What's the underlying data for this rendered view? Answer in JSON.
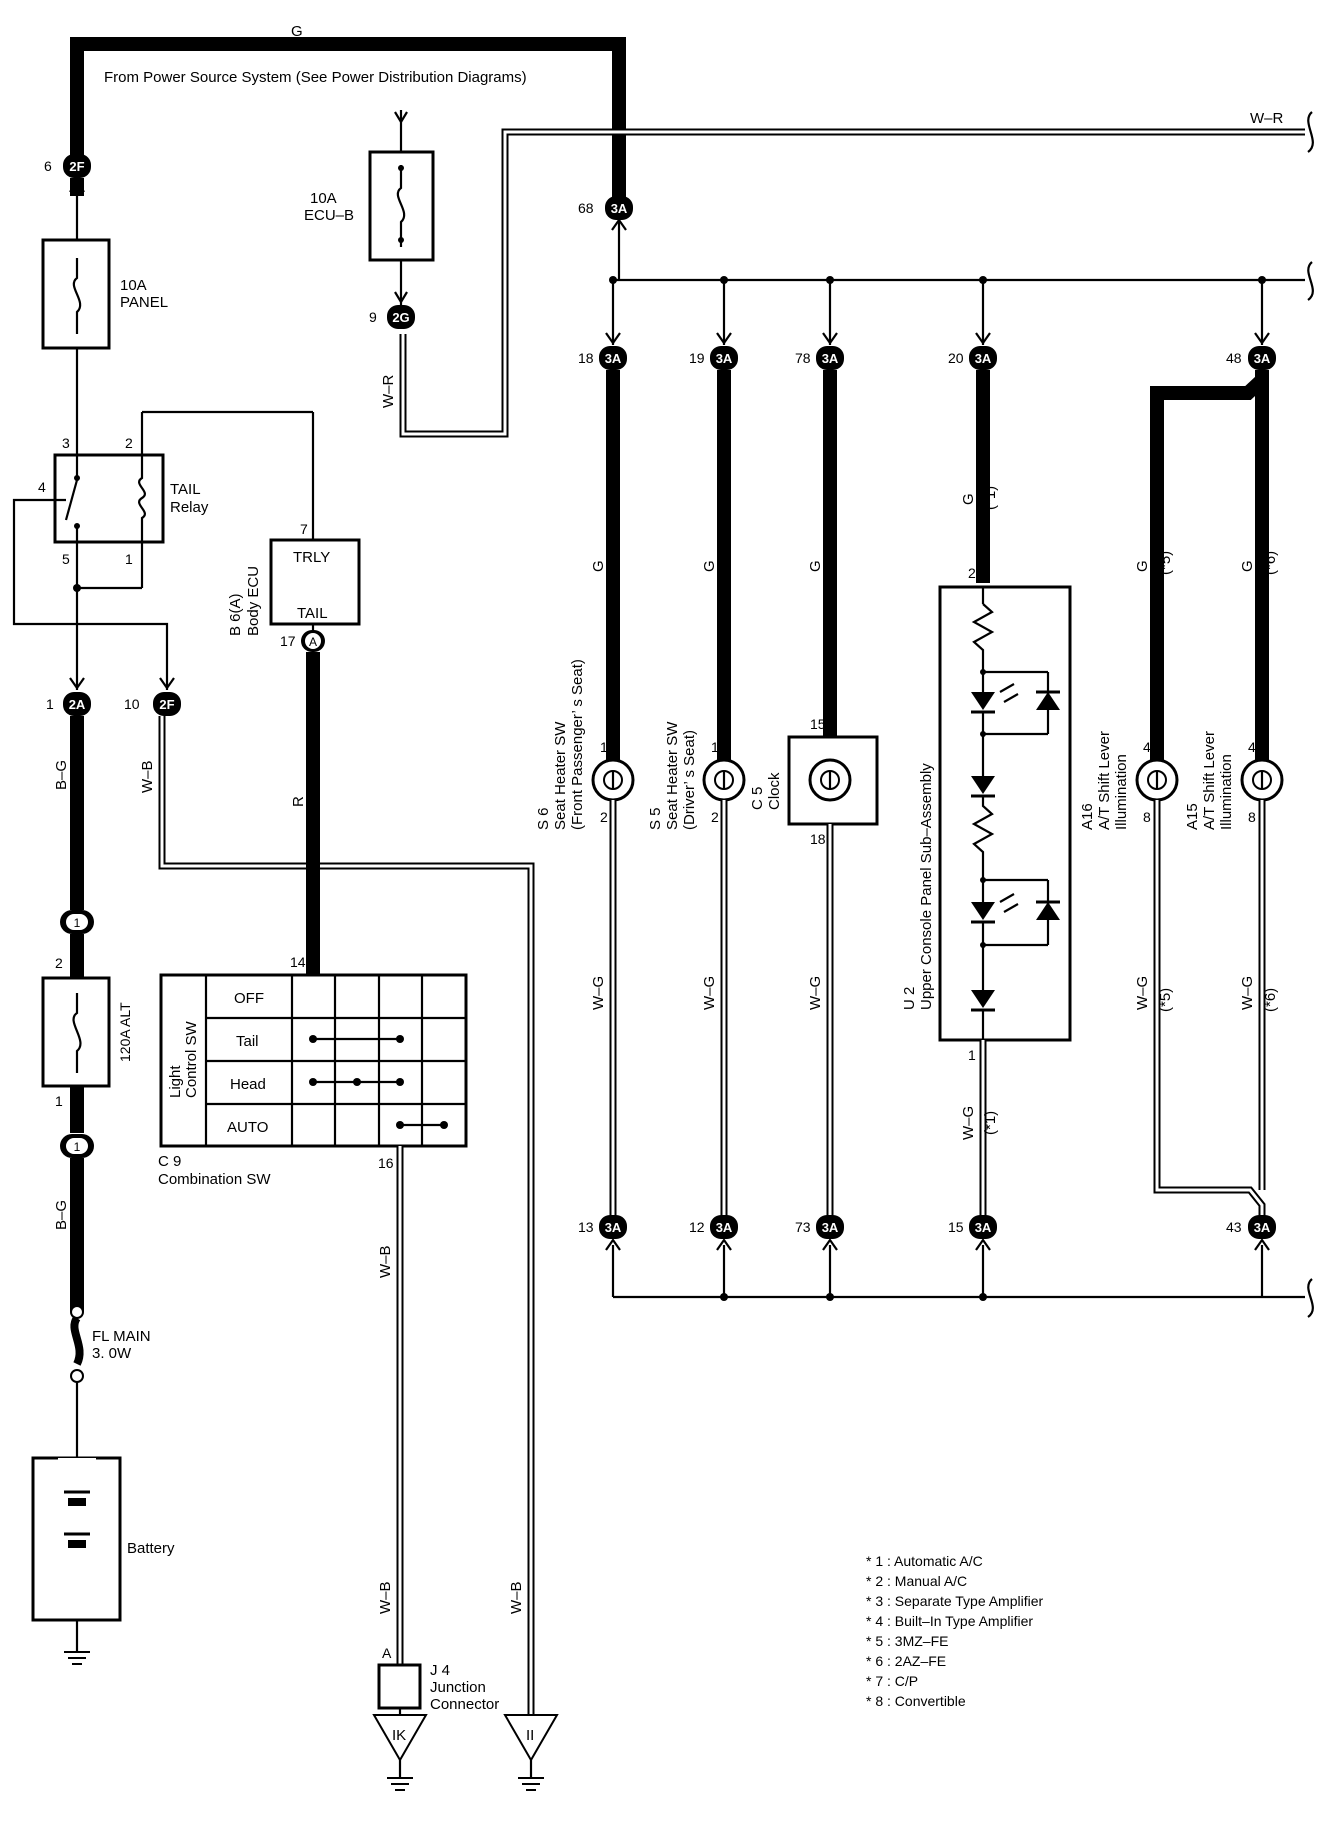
{
  "header": {
    "power_source_note": "From Power Source System (See Power Distribution Diagrams)"
  },
  "wire_colors": {
    "g": "G",
    "w_r": "W–R",
    "b_g": "B–G",
    "w_b": "W–B",
    "r": "R",
    "w_g": "W–G"
  },
  "fuses": {
    "panel": [
      "10A",
      "PANEL"
    ],
    "ecu_b": [
      "10A",
      "ECU–B"
    ],
    "alt": "120A ALT",
    "fl_main": [
      "FL MAIN",
      "3. 0W"
    ]
  },
  "relay": {
    "name": [
      "TAIL",
      "Relay"
    ],
    "pins": [
      "3",
      "2",
      "4",
      "5",
      "1"
    ]
  },
  "body_ecu": {
    "code": "B 6(A)",
    "name": "Body ECU",
    "terminals": [
      "TRLY",
      "TAIL"
    ],
    "pin_top": "7",
    "pin_bottom": "17"
  },
  "combination_sw": {
    "code": "C 9",
    "name": "Combination SW",
    "side_label": [
      "Light",
      "Control SW"
    ],
    "rows": [
      "OFF",
      "Tail",
      "Head",
      "AUTO"
    ],
    "pin_top": "14",
    "pin_bottom": "16"
  },
  "junction": {
    "code": "J 4",
    "name": [
      "Junction",
      "Connector"
    ],
    "pin": "A",
    "ground": "IK"
  },
  "ground_ii": "II",
  "battery": "Battery",
  "connectors": {
    "c2F_top": [
      "6",
      "2F"
    ],
    "c3A_top": [
      "68",
      "3A"
    ],
    "c2G": [
      "9",
      "2G"
    ],
    "c2A": [
      "1",
      "2A"
    ],
    "c2F_b": [
      "10",
      "2F"
    ],
    "inline1": "1",
    "alt_pin_top": "2",
    "alt_pin_bot": "1",
    "rowA": [
      [
        "18",
        "3A"
      ],
      [
        "19",
        "3A"
      ],
      [
        "78",
        "3A"
      ],
      [
        "20",
        "3A"
      ],
      [
        "48",
        "3A"
      ]
    ],
    "rowB": [
      [
        "13",
        "3A"
      ],
      [
        "12",
        "3A"
      ],
      [
        "73",
        "3A"
      ],
      [
        "15",
        "3A"
      ],
      [
        "43",
        "3A"
      ]
    ]
  },
  "components": [
    {
      "code": "S 6",
      "name": [
        "Seat Heater SW",
        "(Front Passenger’ s Seat)"
      ],
      "pin_top": "1",
      "pin_bot": "2"
    },
    {
      "code": "S 5",
      "name": [
        "Seat Heater SW",
        "(Driver’ s Seat)"
      ],
      "pin_top": "1",
      "pin_bot": "2"
    },
    {
      "code": "C 5",
      "name": [
        "Clock"
      ],
      "pin_top": "15",
      "pin_bot": "18"
    },
    {
      "code": "U 2",
      "name": [
        "Upper Console Panel Sub–Assembly"
      ],
      "pin_top": "2",
      "pin_bot": "1",
      "note_top": "(*1)",
      "note_bot": "(*1)"
    },
    {
      "code": "A16",
      "name": [
        "A/T Shift Lever",
        "Illumination"
      ],
      "pin_top": "4",
      "pin_bot": "8",
      "note_top": "(*5)",
      "note_bot": "(*5)"
    },
    {
      "code": "A15",
      "name": [
        "A/T Shift Lever",
        "Illumination"
      ],
      "pin_top": "4",
      "pin_bot": "8",
      "note_top": "(*6)",
      "note_bot": "(*6)"
    }
  ],
  "notes": [
    "* 1 : Automatic A/C",
    "* 2 : Manual A/C",
    "* 3 : Separate Type Amplifier",
    "* 4 : Built–In Type Amplifier",
    "* 5 : 3MZ–FE",
    "* 6 : 2AZ–FE",
    "* 7 : C/P",
    "* 8 : Convertible"
  ]
}
